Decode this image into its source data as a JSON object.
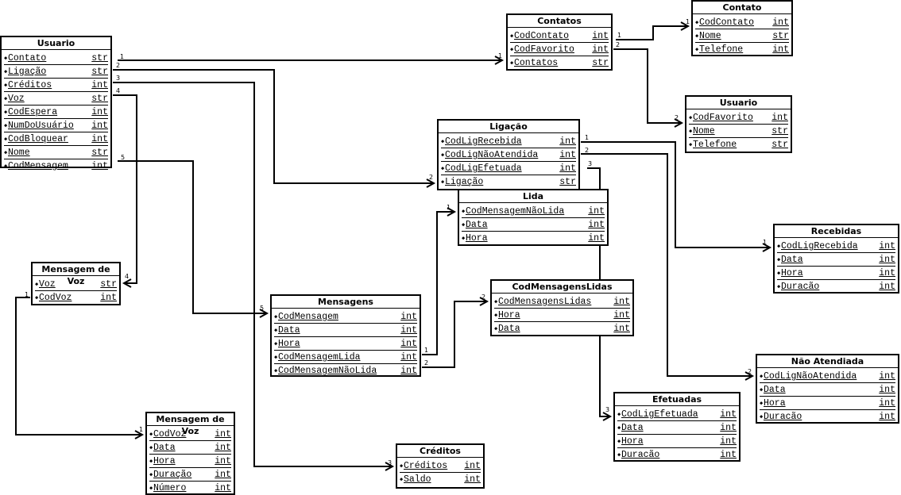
{
  "entities": {
    "usuario": {
      "title": "Usuario",
      "fields": [
        {
          "name": "Contato",
          "type": "str"
        },
        {
          "name": "Ligação",
          "type": "str"
        },
        {
          "name": "Créditos",
          "type": "int"
        },
        {
          "name": "Voz",
          "type": "str"
        },
        {
          "name": "CodEspera",
          "type": "int"
        },
        {
          "name": "NumDoUsuário",
          "type": "int"
        },
        {
          "name": "CodBloquear",
          "type": "int"
        },
        {
          "name": "Nome",
          "type": "str"
        },
        {
          "name": "CodMensagem",
          "type": "int"
        }
      ]
    },
    "contatos": {
      "title": "Contatos",
      "fields": [
        {
          "name": "CodContato",
          "type": "int"
        },
        {
          "name": "CodFavorito",
          "type": "int"
        },
        {
          "name": "Contatos",
          "type": "str"
        }
      ]
    },
    "contato": {
      "title": "Contato",
      "fields": [
        {
          "name": "CodContato",
          "type": "int"
        },
        {
          "name": "Nome",
          "type": "str"
        },
        {
          "name": "Telefone",
          "type": "int"
        }
      ]
    },
    "usuario_fav": {
      "title": "Usuario",
      "fields": [
        {
          "name": "CodFavorito",
          "type": "int"
        },
        {
          "name": "Nome",
          "type": "str"
        },
        {
          "name": "Telefone",
          "type": "str"
        }
      ]
    },
    "ligacao": {
      "title": "Ligação",
      "fields": [
        {
          "name": "CodLigRecebida",
          "type": "int"
        },
        {
          "name": "CodLigNãoAtendida",
          "type": "int"
        },
        {
          "name": "CodLigEfetuada",
          "type": "int"
        },
        {
          "name": "Ligação",
          "type": "str"
        }
      ]
    },
    "lida": {
      "title": "Lida",
      "fields": [
        {
          "name": "CodMensagemNãoLida",
          "type": "int"
        },
        {
          "name": "Data",
          "type": "int"
        },
        {
          "name": "Hora",
          "type": "int"
        }
      ]
    },
    "recebidas": {
      "title": "Recebidas",
      "fields": [
        {
          "name": "CodLigRecebida",
          "type": "int"
        },
        {
          "name": "Data",
          "type": "int"
        },
        {
          "name": "Hora",
          "type": "int"
        },
        {
          "name": "Duracão",
          "type": "int"
        }
      ]
    },
    "mensagem_voz_1": {
      "title": "Mensagem de Voz",
      "fields": [
        {
          "name": "Voz",
          "type": "str"
        },
        {
          "name": "CodVoz",
          "type": "int"
        }
      ]
    },
    "mensagens": {
      "title": "Mensagens",
      "fields": [
        {
          "name": "CodMensagem",
          "type": "int"
        },
        {
          "name": "Data",
          "type": "int"
        },
        {
          "name": "Hora",
          "type": "int"
        },
        {
          "name": "CodMensagemLida",
          "type": "int"
        },
        {
          "name": "CodMensagemNãoLida",
          "type": "int"
        }
      ]
    },
    "cod_mensagens_lidas": {
      "title": "CodMensagensLidas",
      "fields": [
        {
          "name": "CodMensagensLidas",
          "type": "int"
        },
        {
          "name": "Hora",
          "type": "int"
        },
        {
          "name": "Data",
          "type": "int"
        }
      ]
    },
    "nao_atendiada": {
      "title": "Não Atendiada",
      "fields": [
        {
          "name": "CodLigNãoAtendida",
          "type": "int"
        },
        {
          "name": "Data",
          "type": "int"
        },
        {
          "name": "Hora",
          "type": "int"
        },
        {
          "name": "Duracão",
          "type": "int"
        }
      ]
    },
    "efetuadas": {
      "title": "Efetuadas",
      "fields": [
        {
          "name": "CodLigEfetuada",
          "type": "int"
        },
        {
          "name": "Data",
          "type": "int"
        },
        {
          "name": "Hora",
          "type": "int"
        },
        {
          "name": "Duracão",
          "type": "int"
        }
      ]
    },
    "mensagem_voz_2": {
      "title": "Mensagem de Voz",
      "fields": [
        {
          "name": "CodVoz",
          "type": "int"
        },
        {
          "name": "Data",
          "type": "int"
        },
        {
          "name": "Hora",
          "type": "int"
        },
        {
          "name": "Duração",
          "type": "int"
        },
        {
          "name": "Número",
          "type": "int"
        }
      ]
    },
    "creditos": {
      "title": "Créditos",
      "fields": [
        {
          "name": "Créditos",
          "type": "int"
        },
        {
          "name": "Saldo",
          "type": "int"
        }
      ]
    }
  },
  "relationships": [
    {
      "from": "Usuario.Contato",
      "to": "Contatos.Contatos",
      "label": "1"
    },
    {
      "from": "Usuario.Ligação",
      "to": "Ligação.Ligação",
      "label": "2"
    },
    {
      "from": "Usuario.Créditos",
      "to": "Créditos.Créditos",
      "label": "3"
    },
    {
      "from": "Usuario.Voz",
      "to": "Mensagem de Voz.Voz",
      "label": "4"
    },
    {
      "from": "Usuario.CodMensagem",
      "to": "Mensagens.CodMensagem",
      "label": "5"
    },
    {
      "from": "Contatos.CodContato",
      "to": "Contato.CodContato",
      "label": "1"
    },
    {
      "from": "Contatos.CodFavorito",
      "to": "Usuario.CodFavorito",
      "label": "2"
    },
    {
      "from": "Ligação.CodLigRecebida",
      "to": "Recebidas.CodLigRecebida",
      "label": "1"
    },
    {
      "from": "Ligação.CodLigNãoAtendida",
      "to": "Não Atendiada.CodLigNãoAtendida",
      "label": "2"
    },
    {
      "from": "Ligação.CodLigEfetuada",
      "to": "Efetuadas.CodLigEfetuada",
      "label": "3"
    },
    {
      "from": "Mensagens.CodMensagemLida",
      "to": "Lida.CodMensagemNãoLida",
      "label": "1"
    },
    {
      "from": "Mensagens.CodMensagemNãoLida",
      "to": "CodMensagensLidas.CodMensagensLidas",
      "label": "2"
    },
    {
      "from": "Mensagem de Voz.CodVoz",
      "to": "Mensagem de Voz.CodVoz",
      "label": "1"
    }
  ]
}
